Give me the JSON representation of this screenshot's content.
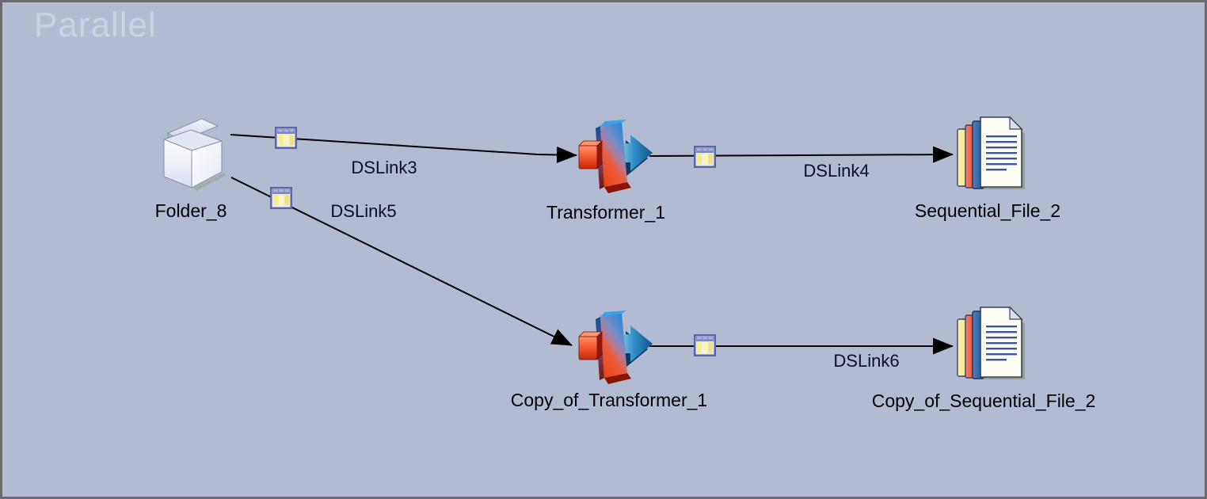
{
  "canvas": {
    "title": "Parallel",
    "background_color": "#b2bbd1",
    "border_color": "#696b70",
    "title_color": "#cbd2e0",
    "link_line_color": "#000000"
  },
  "stages": [
    {
      "name": "Folder_8",
      "type": "folder"
    },
    {
      "name": "Transformer_1",
      "type": "transformer"
    },
    {
      "name": "Sequential_File_2",
      "type": "sequential-file"
    },
    {
      "name": "Copy_of_Transformer_1",
      "type": "transformer"
    },
    {
      "name": "Copy_of_Sequential_File_2",
      "type": "sequential-file"
    }
  ],
  "links": [
    {
      "name": "DSLink3",
      "from": "Folder_8",
      "to": "Transformer_1"
    },
    {
      "name": "DSLink4",
      "from": "Transformer_1",
      "to": "Sequential_File_2"
    },
    {
      "name": "DSLink5",
      "from": "Folder_8",
      "to": "Copy_of_Transformer_1"
    },
    {
      "name": "DSLink6",
      "from": "Copy_of_Transformer_1",
      "to": "Copy_of_Sequential_File_2"
    }
  ],
  "icons": {
    "link_metadata_icon": "table-columns",
    "arrowhead": "black-triangle"
  }
}
